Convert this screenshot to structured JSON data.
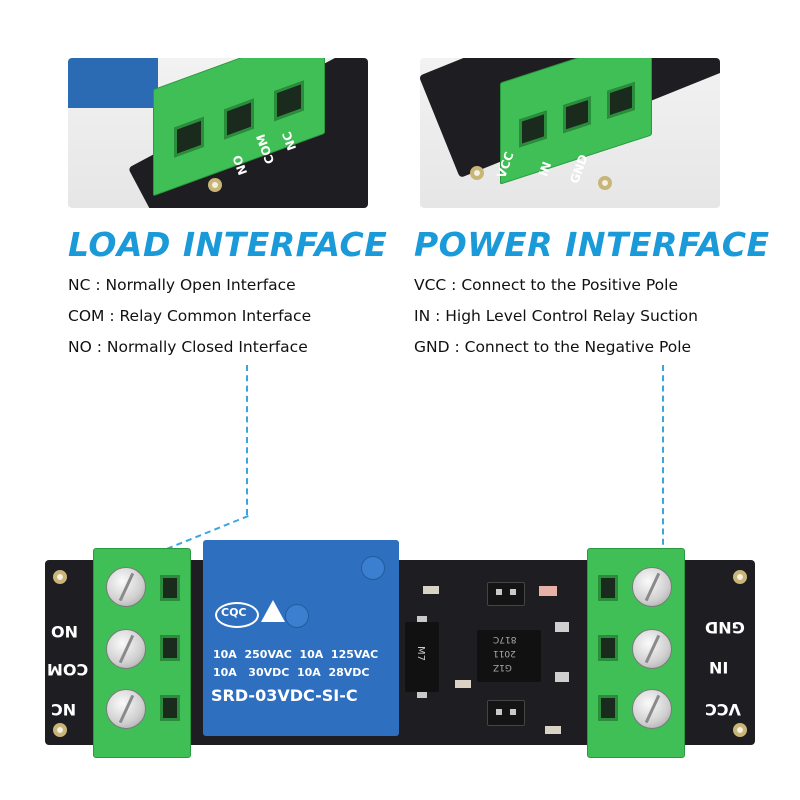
{
  "load": {
    "title": "LOAD INTERFACE",
    "lines": [
      "NC : Normally Open Interface",
      "COM : Relay Common Interface",
      "NO : Normally Closed Interface"
    ],
    "photo_labels": [
      "NO",
      "COM",
      "NC"
    ]
  },
  "power": {
    "title": "POWER INTERFACE",
    "lines": [
      "VCC : Connect to the Positive Pole",
      "IN : High Level Control Relay Suction",
      "GND : Connect to the Negative Pole"
    ],
    "photo_labels": [
      "VCC",
      "IN",
      "GND"
    ]
  },
  "board": {
    "left_labels": [
      "NO",
      "COM",
      "NC"
    ],
    "right_labels": [
      "GND",
      "IN",
      "VCC"
    ],
    "relay": {
      "brand": "CQC",
      "rating_line1": "10A  250VAC  10A  125VAC",
      "rating_line2": "10A   30VDC  10A  28VDC",
      "model": "SRD-03VDC-SI-C"
    },
    "diode_label": "M7",
    "opto_label_a": "817C",
    "opto_label_b": "2011",
    "opto_label_c": "G1Z"
  },
  "colors": {
    "accent": "#1a9ad8",
    "terminal_green": "#3fbf56",
    "relay_blue": "#2f6fc0",
    "pcb": "#1e1e22"
  }
}
